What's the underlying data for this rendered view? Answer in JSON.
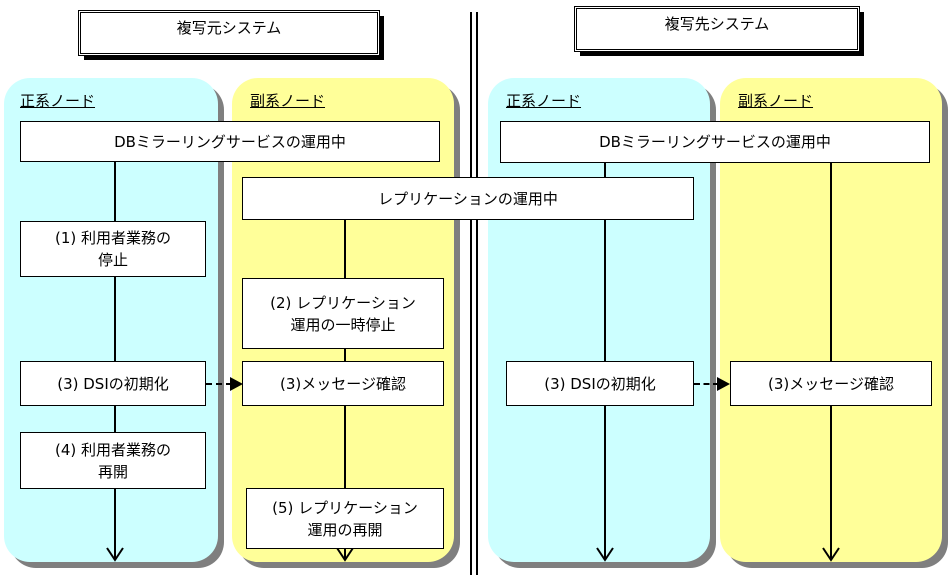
{
  "source_title": "複写元システム",
  "target_title": "複写先システム",
  "source": {
    "primary_label": "正系ノード",
    "secondary_label": "副系ノード",
    "mirroring": "DBミラーリングサービスの運用中",
    "replication": "レプリケーションの運用中",
    "step1": "(1) 利用者業務の\n停止",
    "step2": "(2) レプリケーション\n運用の一時停止",
    "step3_init": "(3) DSIの初期化",
    "step3_confirm": "(3)メッセージ確認",
    "step4": "(4) 利用者業務の\n再開",
    "step5": "(5) レプリケーション\n運用の再開"
  },
  "target": {
    "primary_label": "正系ノード",
    "secondary_label": "副系ノード",
    "mirroring": "DBミラーリングサービスの運用中",
    "step3_init": "(3) DSIの初期化",
    "step3_confirm": "(3)メッセージ確認"
  }
}
